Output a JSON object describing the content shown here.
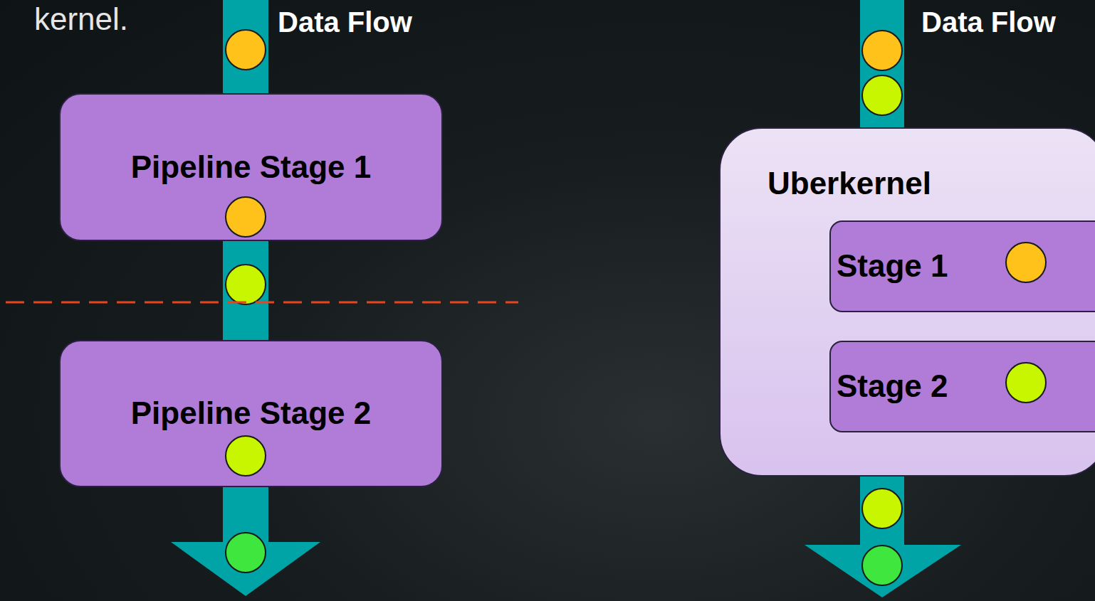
{
  "diagram": {
    "nodes": [
      {
        "text": [
          "Pipeline Stage 1"
        ]
      },
      {
        "text": [
          "Pipeline Stage 2"
        ]
      },
      {
        "text": [
          "Uberkernel"
        ]
      },
      {
        "text": [
          "Stage 1"
        ],
        "in": 2
      },
      {
        "text": [
          "Stage 2"
        ],
        "in": 2
      }
    ],
    "edges": [
      {
        "from": 0,
        "to": 1,
        "arrow": "none"
      }
    ],
    "labels": [
      "kernel.",
      "Data Flow",
      "Data Flow"
    ]
  }
}
